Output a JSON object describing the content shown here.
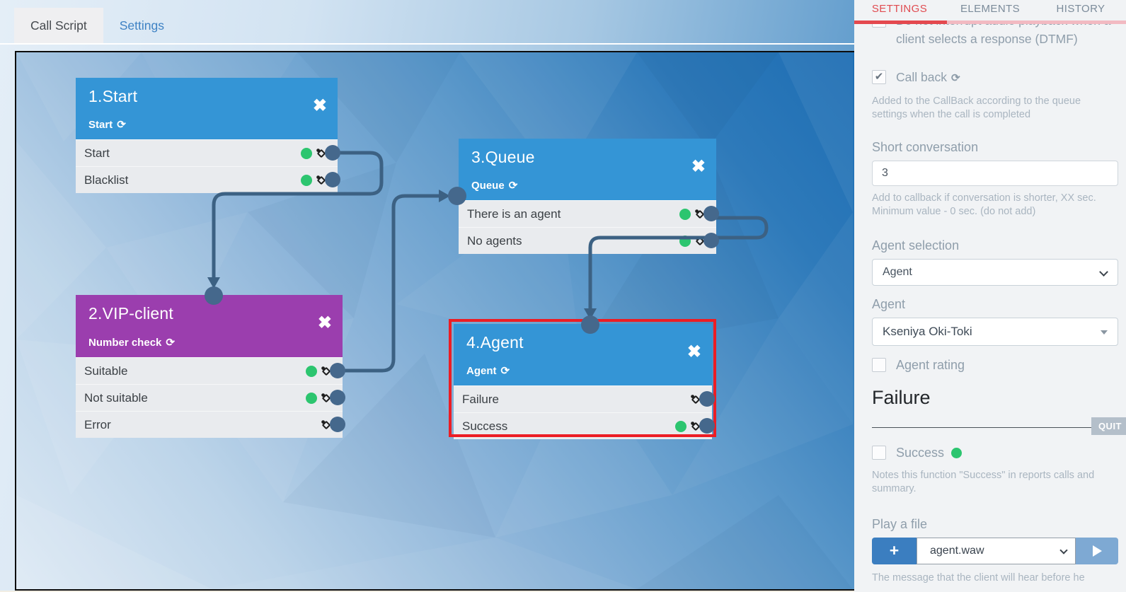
{
  "colors": {
    "node_blue": "#3495d6",
    "node_purple": "#9b3eae",
    "status_green": "#2cc56f",
    "connector_slate": "#3c6183",
    "highlight_red": "#ec1d24",
    "tab_active_red": "#e04b50",
    "link_blue": "#3e82c4"
  },
  "top_tabs": {
    "call_script": "Call Script",
    "settings": "Settings"
  },
  "canvas": {
    "nodes": [
      {
        "title": "1.Start",
        "subtitle": "Start",
        "color": "blue",
        "rows": [
          {
            "label": "Start",
            "success": true
          },
          {
            "label": "Blacklist",
            "success": true
          }
        ]
      },
      {
        "title": "2.VIP-client",
        "subtitle": "Number check",
        "color": "purple",
        "rows": [
          {
            "label": "Suitable",
            "success": true
          },
          {
            "label": "Not suitable",
            "success": true
          },
          {
            "label": "Error",
            "success": false
          }
        ]
      },
      {
        "title": "3.Queue",
        "subtitle": "Queue",
        "color": "blue",
        "rows": [
          {
            "label": "There is an agent",
            "success": true
          },
          {
            "label": "No agents",
            "success": true
          }
        ]
      },
      {
        "title": "4.Agent",
        "subtitle": "Agent",
        "color": "blue",
        "highlighted": true,
        "rows": [
          {
            "label": "Failure",
            "success": false
          },
          {
            "label": "Success",
            "success": true
          }
        ]
      }
    ],
    "connections": [
      {
        "from": "1.Start / Start",
        "to": "2.VIP-client"
      },
      {
        "from": "2.VIP-client / Suitable",
        "to": "3.Queue"
      },
      {
        "from": "3.Queue / There is an agent",
        "to": "4.Agent"
      }
    ]
  },
  "panel": {
    "tabs": [
      {
        "label": "SETTINGS",
        "active": true
      },
      {
        "label": "ELEMENTS",
        "active": false
      },
      {
        "label": "HISTORY",
        "active": false
      }
    ],
    "dtmf_checkbox": {
      "label": "Do not interrupt audio playback when a client selects a response (DTMF)",
      "checked": true
    },
    "callback_checkbox": {
      "label": "Call back",
      "checked": true,
      "help": "Added to the CallBack according to the queue settings when the call is completed"
    },
    "short_conversation": {
      "label": "Short conversation",
      "value": "3",
      "help": "Add to callback if conversation is shorter, XX sec. Minimum value - 0 sec. (do not add)"
    },
    "agent_selection": {
      "label": "Agent selection",
      "value": "Agent"
    },
    "agent": {
      "label": "Agent",
      "value": "Kseniya Oki-Toki"
    },
    "agent_rating": {
      "label": "Agent rating",
      "checked": false
    },
    "failure_heading": "Failure",
    "quit_badge": "QUIT",
    "success_checkbox": {
      "label": "Success",
      "checked": false,
      "help": "Notes this function \"Success\" in reports calls and summary."
    },
    "play_file": {
      "label": "Play a file",
      "file": "agent.waw",
      "help": "The message that the client will hear before he"
    }
  }
}
